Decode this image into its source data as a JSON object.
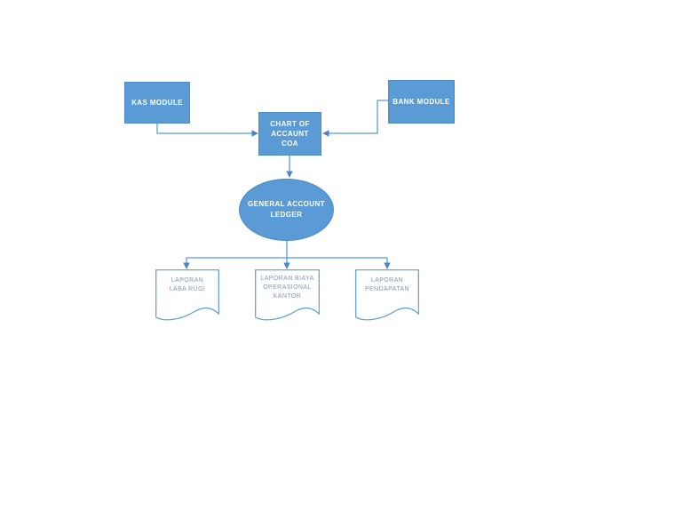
{
  "diagram": {
    "nodes": {
      "kas": {
        "label": "KAS MODULE"
      },
      "bank": {
        "label": "BANK MODULE"
      },
      "coa": {
        "label": "CHART OF\nACCAUNT\nCOA"
      },
      "ledger": {
        "label": "GENERAL ACCOUNT\nLEDGER"
      },
      "doc_laba_rugi": {
        "label": "LAPORAN\nLABA RUGI"
      },
      "doc_biaya_operasional": {
        "label": "LAPORAN BIAYA\nOPERASIONAL\nKANTOR"
      },
      "doc_pendapatan": {
        "label": "LAPORAN\nPENDAPATAN"
      }
    },
    "colors": {
      "node_fill": "#5b9bd5",
      "node_border": "#4e8bc8",
      "node_text": "#ffffff",
      "connector": "#5b9bd5",
      "arrowhead": "#4a86c5",
      "document_fill": "#ffffff",
      "document_border": "#5b9bd5",
      "document_text": "#8496b0",
      "page_background": "#ffffff"
    }
  }
}
